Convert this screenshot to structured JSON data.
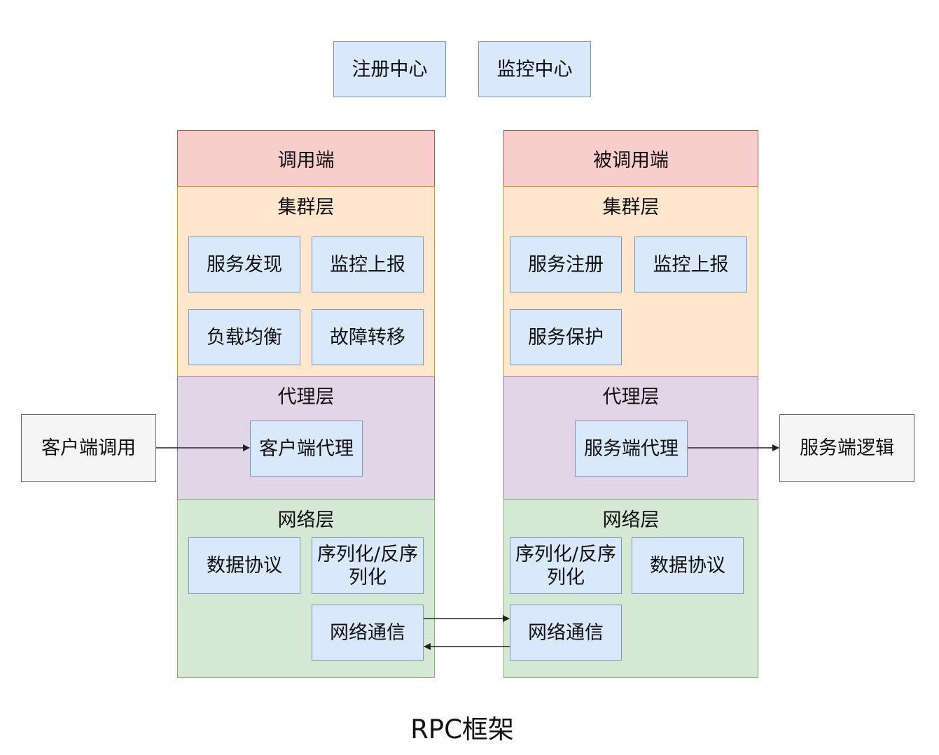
{
  "top_nodes": {
    "registry": "注册中心",
    "monitor": "监控中心"
  },
  "caller": {
    "title": "调用端",
    "cluster": {
      "title": "集群层",
      "items": [
        "服务发现",
        "监控上报",
        "负载均衡",
        "故障转移"
      ]
    },
    "proxy": {
      "title": "代理层",
      "item": "客户端代理"
    },
    "network": {
      "title": "网络层",
      "protocol": "数据协议",
      "serialization": "序列化/反序列化",
      "comm": "网络通信"
    }
  },
  "callee": {
    "title": "被调用端",
    "cluster": {
      "title": "集群层",
      "items": [
        "服务注册",
        "监控上报",
        "服务保护"
      ]
    },
    "proxy": {
      "title": "代理层",
      "item": "服务端代理"
    },
    "network": {
      "title": "网络层",
      "serialization": "序列化/反序列化",
      "protocol": "数据协议",
      "comm": "网络通信"
    }
  },
  "external": {
    "client_call": "客户端调用",
    "server_logic": "服务端逻辑"
  },
  "caption": "RPC框架",
  "colors": {
    "node_fill": "#dae8fc",
    "header_fill": "#f8cecc",
    "cluster_fill": "#ffe6cc",
    "proxy_fill": "#e1d5e7",
    "network_fill": "#d5e8d4",
    "external_fill": "#f5f5f5",
    "edge": "#222222"
  }
}
